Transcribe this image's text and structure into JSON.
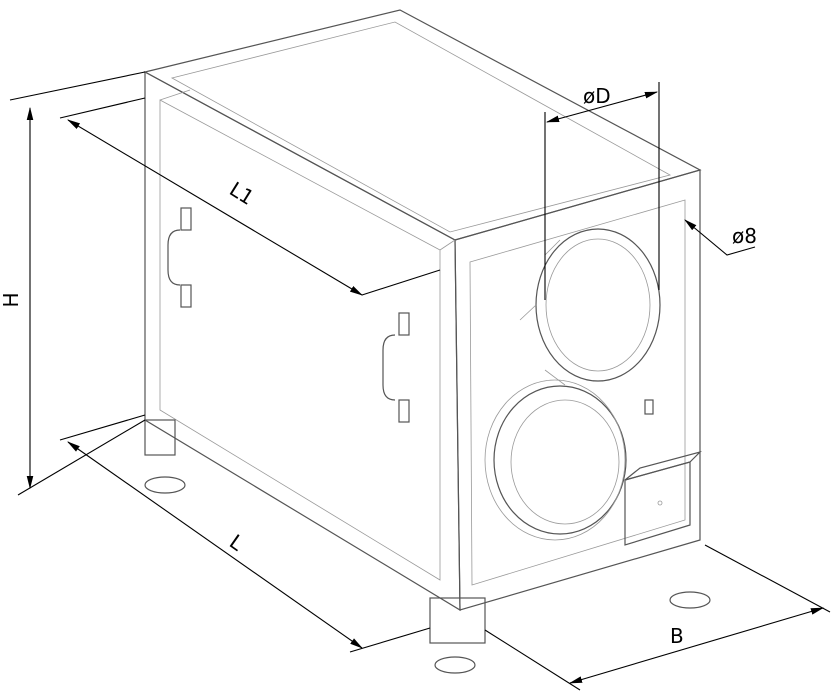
{
  "labels": {
    "height": "H",
    "inner_length": "L1",
    "duct_diameter": "øD",
    "hole_diameter": "ø8",
    "length": "L",
    "width": "B"
  }
}
